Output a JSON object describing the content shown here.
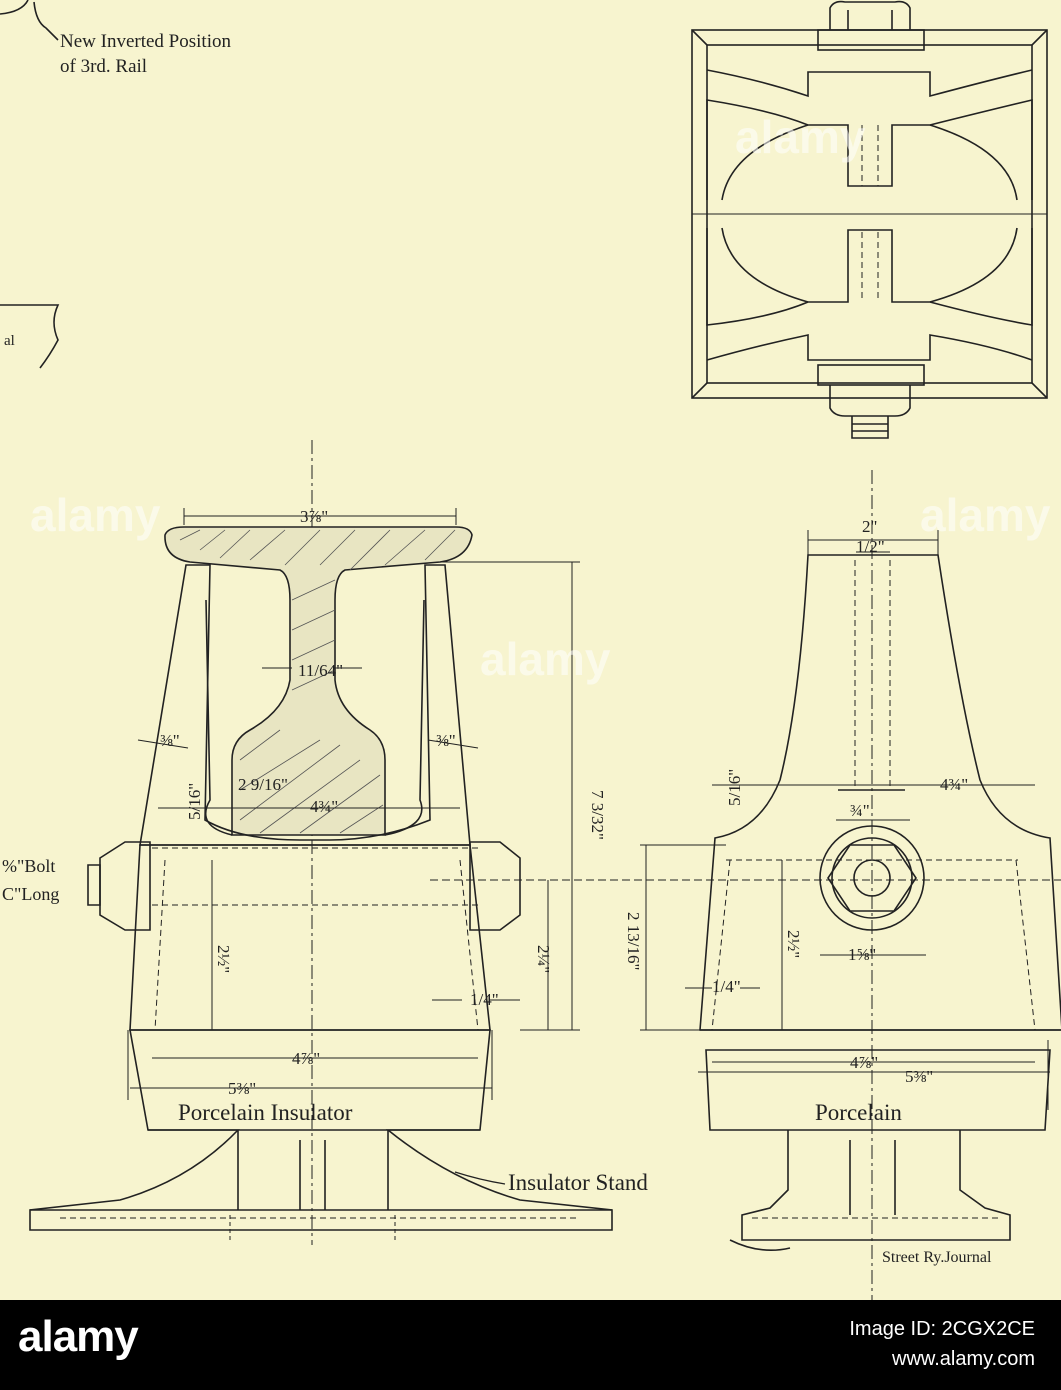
{
  "labels": {
    "inverted_position_line1": "New Inverted Position",
    "inverted_position_line2": "of 3rd. Rail",
    "cut_al": "al",
    "bolt": "%\"Bolt",
    "bolt_long": "C\"Long",
    "porcelain_insulator": "Porcelain Insulator",
    "porcelain": "Porcelain",
    "insulator_stand": "Insulator Stand",
    "credit": "Street Ry.Journal"
  },
  "dimensions": {
    "rail_head_width": "3⅞\"",
    "web_thickness": "11/64\"",
    "flange_left": "⅜\"",
    "flange_right": "⅜\"",
    "base_inner": "2 9/16\"",
    "base_outer": "4¾\"",
    "base_height": "5/16\"",
    "rail_height": "7 3/32\"",
    "insulator_height_left": "2½\"",
    "insulator_mid": "2¼\"",
    "taper": "1/4\"",
    "bottom_inner_left": "4⅞\"",
    "bottom_outer_left": "5⅜\"",
    "top_width_right": "2\"",
    "slot_width_right": "1/2\"",
    "shoulder_right": "4¾\"",
    "bolt_head": "¾\"",
    "side_right": "5/16\"",
    "total_height_right": "2 13/16\"",
    "insulator_height_right": "2½\"",
    "hex_across": "1⅝\"",
    "taper_right": "1/4\"",
    "bottom_inner_right": "4⅞\"",
    "bottom_outer_right": "5⅜\""
  },
  "footer": {
    "brand": "alamy",
    "image_id": "Image ID: 2CGX2CE",
    "site": "www.alamy.com"
  },
  "watermark": "alamy"
}
